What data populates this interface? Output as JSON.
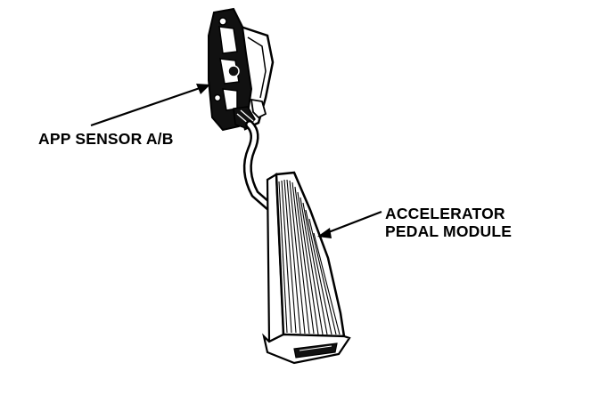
{
  "diagram": {
    "labels": {
      "app_sensor": "APP SENSOR A/B",
      "pedal_module_line1": "ACCELERATOR",
      "pedal_module_line2": "PEDAL MODULE"
    },
    "colors": {
      "ink": "#000000",
      "paper": "#ffffff"
    }
  }
}
